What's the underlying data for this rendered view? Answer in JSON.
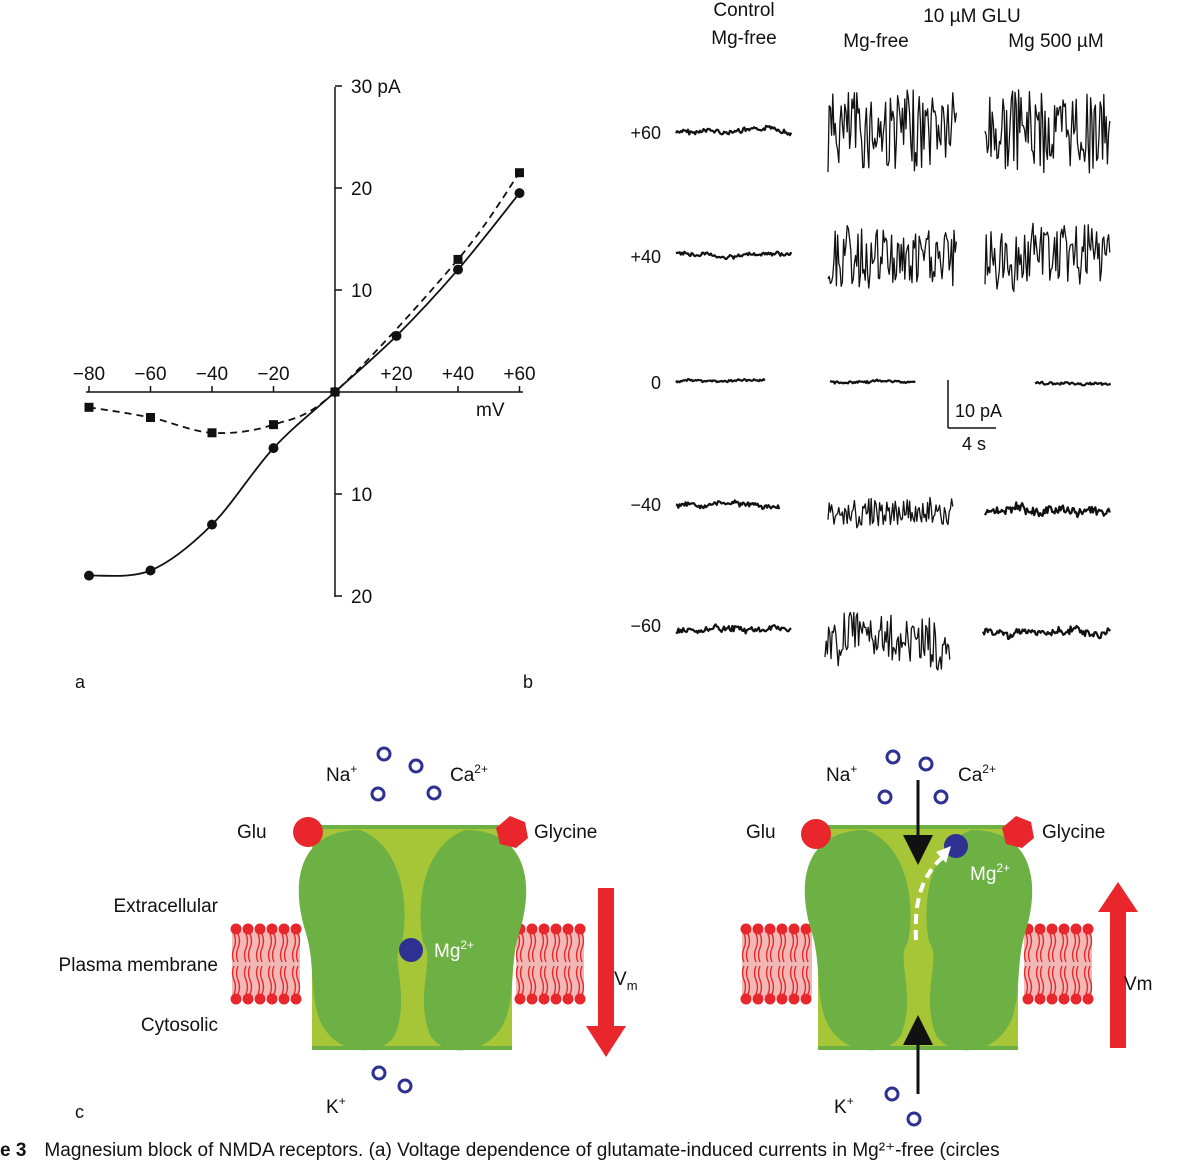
{
  "panel_a": {
    "label": "a",
    "x_ticks": [
      "−80",
      "−60",
      "−40",
      "−20",
      "+20",
      "+40",
      "+60"
    ],
    "x_unit": "mV",
    "y_ticks_up": [
      "30 pA",
      "20",
      "10"
    ],
    "y_ticks_down": [
      "10",
      "20"
    ]
  },
  "chart_data": {
    "type": "line",
    "xlabel": "mV",
    "ylabel": "pA",
    "xlim": [
      -80,
      60
    ],
    "ylim": [
      -20,
      30
    ],
    "series": [
      {
        "style": "solid line, circles",
        "points": [
          [
            -80,
            -18
          ],
          [
            -60,
            -17.5
          ],
          [
            -40,
            -13
          ],
          [
            -20,
            -5.5
          ],
          [
            0,
            0
          ],
          [
            20,
            5.5
          ],
          [
            40,
            12
          ],
          [
            60,
            19.5
          ]
        ]
      },
      {
        "style": "dashed line, squares",
        "points": [
          [
            -80,
            -1.5
          ],
          [
            -60,
            -2.5
          ],
          [
            -40,
            -4
          ],
          [
            -20,
            -3.2
          ],
          [
            0,
            0
          ],
          [
            40,
            13
          ],
          [
            60,
            21.5
          ]
        ]
      }
    ]
  },
  "panel_b": {
    "label": "b",
    "col_control_line1": "Control",
    "col_control_line2": "Mg-free",
    "glu_header": "10 µM GLU",
    "col_mgfree": "Mg-free",
    "col_mg500": "Mg 500 µM",
    "rows": [
      "+60",
      "+40",
      "0",
      "−40",
      "−60"
    ],
    "scale_current": "10 pA",
    "scale_time": "4 s"
  },
  "panel_c": {
    "label": "c",
    "na": "Na",
    "na_sup": "+",
    "ca": "Ca",
    "ca_sup": "2+",
    "glu": "Glu",
    "glycine": "Glycine",
    "extracellular": "Extracellular",
    "plasma_membrane": "Plasma membrane",
    "cytosolic": "Cytosolic",
    "mg": "Mg",
    "mg_sup": "2+",
    "k": "K",
    "k_sup": "+",
    "vm_left_main": "V",
    "vm_left_sub": "m",
    "vm_right": "Vm",
    "colors": {
      "red": "#e8262b",
      "green_dark": "#6db043",
      "green_light": "#a6c638",
      "ion": "#2e3192",
      "membrane_pink": "#f2b8b6"
    }
  },
  "caption": {
    "label": "e 3",
    "text": "Magnesium block of NMDA receptors. (a) Voltage dependence of glutamate-induced currents in Mg²⁺-free (circles"
  }
}
